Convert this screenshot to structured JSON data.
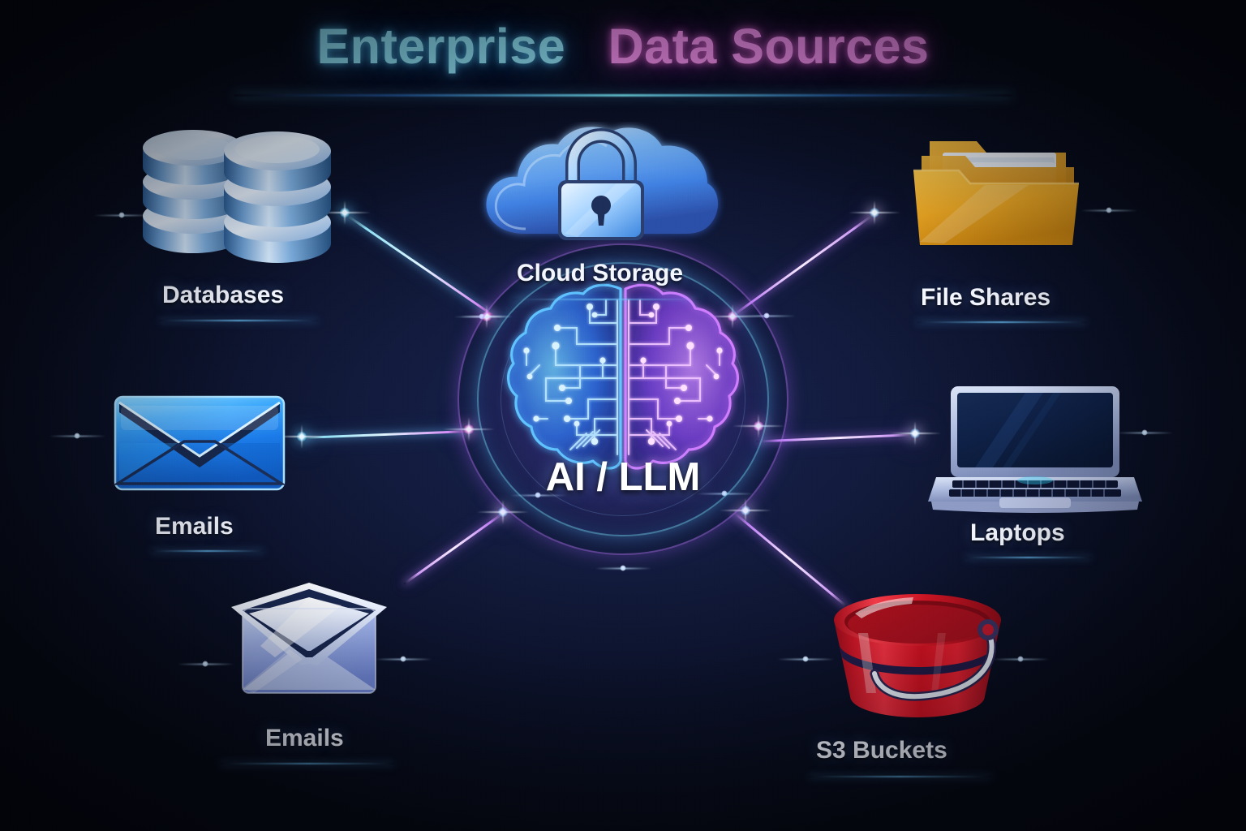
{
  "title": {
    "part1": "Enterprise",
    "part2": "Data Sources",
    "color1": "#8fe3f5",
    "color2": "#f08ce8"
  },
  "center": {
    "label": "AI / LLM",
    "icon": "brain-circuit-icon",
    "left_hemisphere_color": "#3aa0ff",
    "right_hemisphere_color": "#b35cff"
  },
  "nodes": [
    {
      "id": "databases",
      "label": "Databases",
      "icon": "database-stack-icon",
      "accent": "#7fb3e8"
    },
    {
      "id": "cloud-storage",
      "label": "Cloud Storage",
      "icon": "cloud-lock-icon",
      "accent": "#56a8ff"
    },
    {
      "id": "file-shares",
      "label": "File Shares",
      "icon": "folder-documents-icon",
      "accent": "#e8a22a"
    },
    {
      "id": "emails-left",
      "label": "Emails",
      "icon": "envelope-blue-icon",
      "accent": "#2f8ef0"
    },
    {
      "id": "laptops",
      "label": "Laptops",
      "icon": "laptop-icon",
      "accent": "#9db0e0"
    },
    {
      "id": "emails-bottom",
      "label": "Emails",
      "icon": "envelope-silver-icon",
      "accent": "#c9d4f5"
    },
    {
      "id": "s3-buckets",
      "label": "S3 Buckets",
      "icon": "red-bucket-icon",
      "accent": "#d01f2e"
    }
  ],
  "connectors": [
    {
      "from": "databases",
      "to": "center",
      "style": "cyan-to-magenta"
    },
    {
      "from": "file-shares",
      "to": "center",
      "style": "violet"
    },
    {
      "from": "emails-left",
      "to": "center",
      "style": "cyan-to-magenta"
    },
    {
      "from": "laptops",
      "to": "center",
      "style": "violet"
    },
    {
      "from": "emails-bottom",
      "to": "center",
      "style": "violet"
    },
    {
      "from": "s3-buckets",
      "to": "center",
      "style": "violet"
    }
  ],
  "background": {
    "base": "#05070f",
    "center_glow": "#17224e"
  }
}
